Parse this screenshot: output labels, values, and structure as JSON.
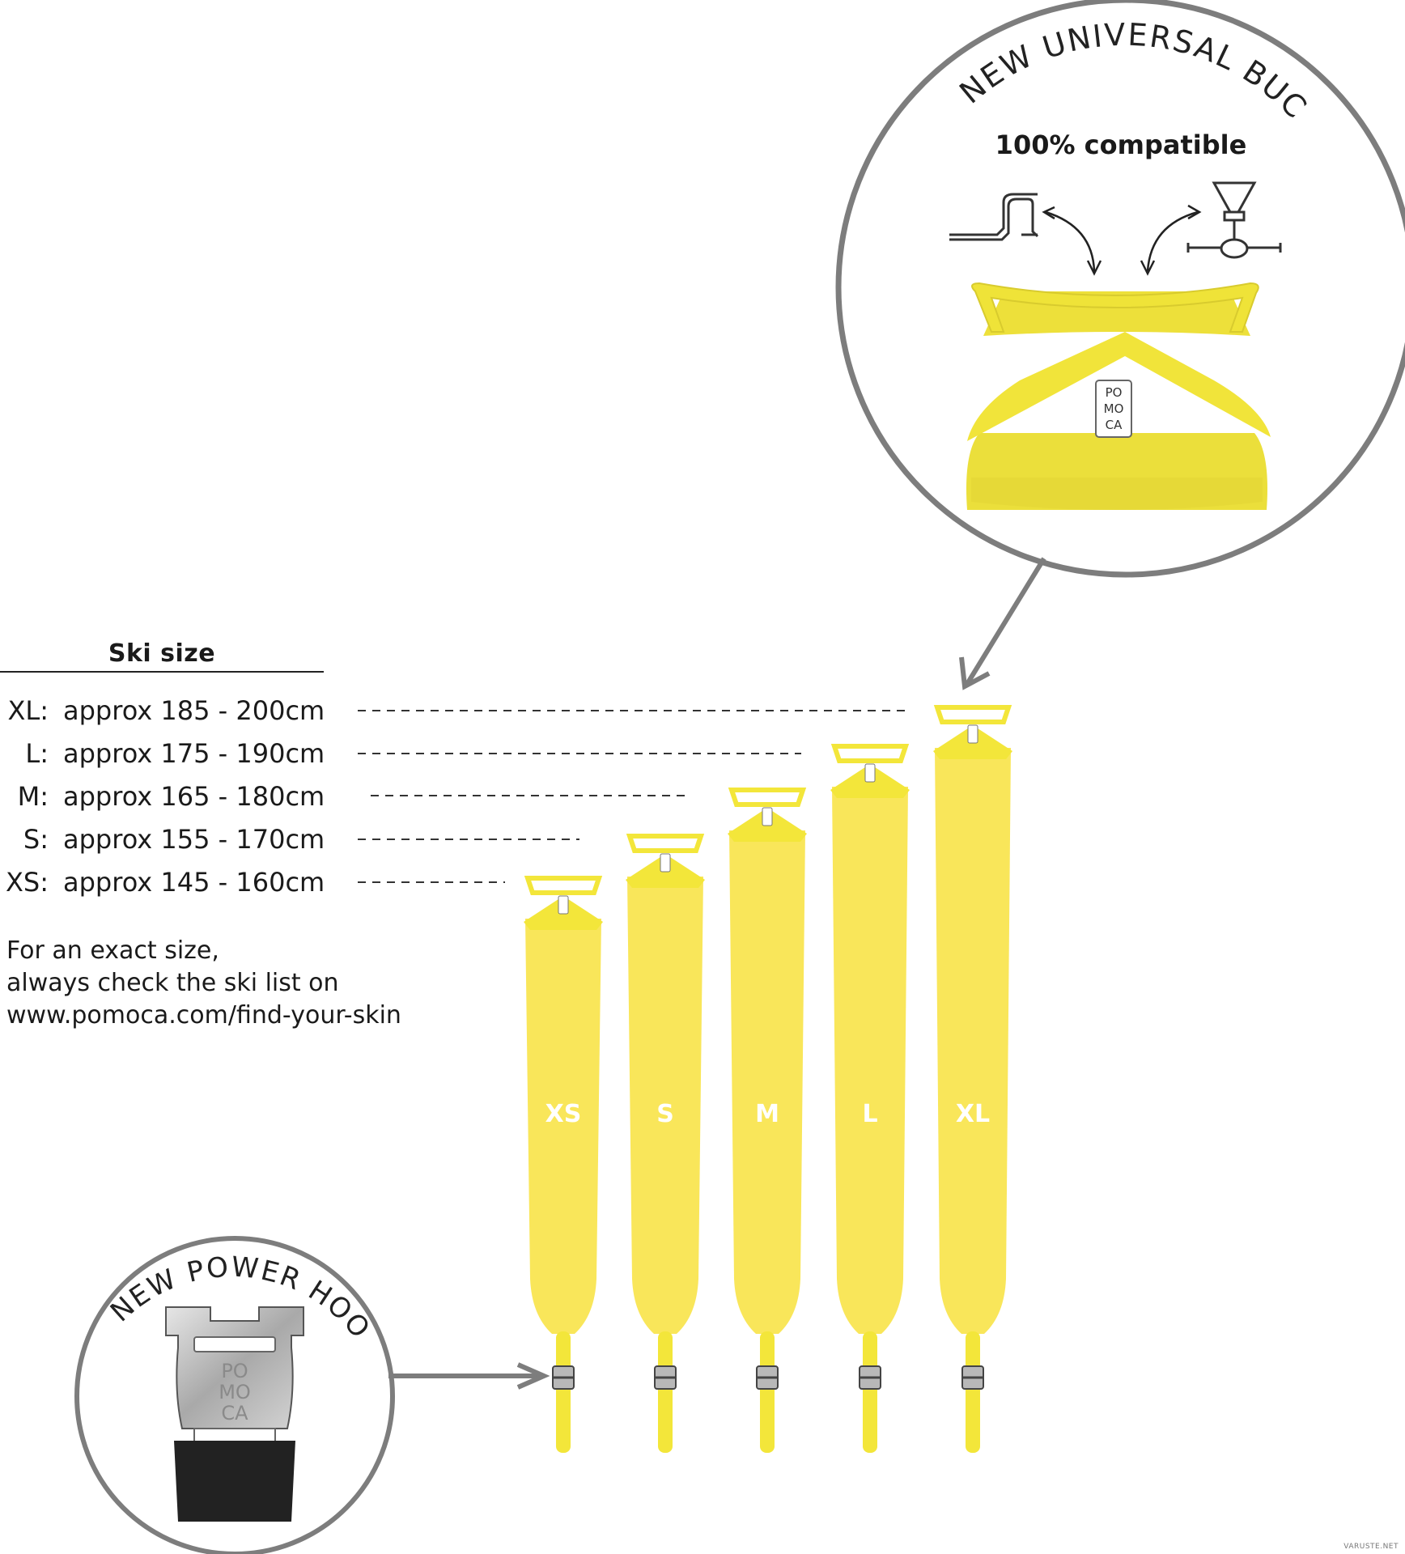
{
  "buckle_callout": {
    "title": "NEW UNIVERSAL BUCKLE",
    "subtitle": "100% compatible",
    "brand_letters": [
      "PO",
      "MO",
      "CA"
    ]
  },
  "hook_callout": {
    "title": "NEW POWER HOOK",
    "brand_letters": [
      "PO",
      "MO",
      "CA"
    ]
  },
  "size_table": {
    "title": "Ski size",
    "rows": [
      {
        "code": "XL:",
        "text": "approx 185 - 200cm"
      },
      {
        "code": "L:",
        "text": "approx 175 - 190cm"
      },
      {
        "code": "M:",
        "text": "approx 165 - 180cm"
      },
      {
        "code": "S:",
        "text": "approx 155 - 170cm"
      },
      {
        "code": "XS:",
        "text": "approx 145 - 160cm"
      }
    ]
  },
  "note": {
    "line1": "For an exact size,",
    "line2": "always check the ski list on",
    "line3": "www.pomoca.com/find-your-skin"
  },
  "skins": [
    {
      "label": "XS"
    },
    {
      "label": "S"
    },
    {
      "label": "M"
    },
    {
      "label": "L"
    },
    {
      "label": "XL"
    }
  ],
  "watermark": "VARUSTE.NET",
  "colors": {
    "skin_yellow": "#f9e65a",
    "buckle_yellow": "#f3e63a",
    "circle_gray": "#7d7d7d",
    "metal_gray": "#b8b8b8"
  }
}
